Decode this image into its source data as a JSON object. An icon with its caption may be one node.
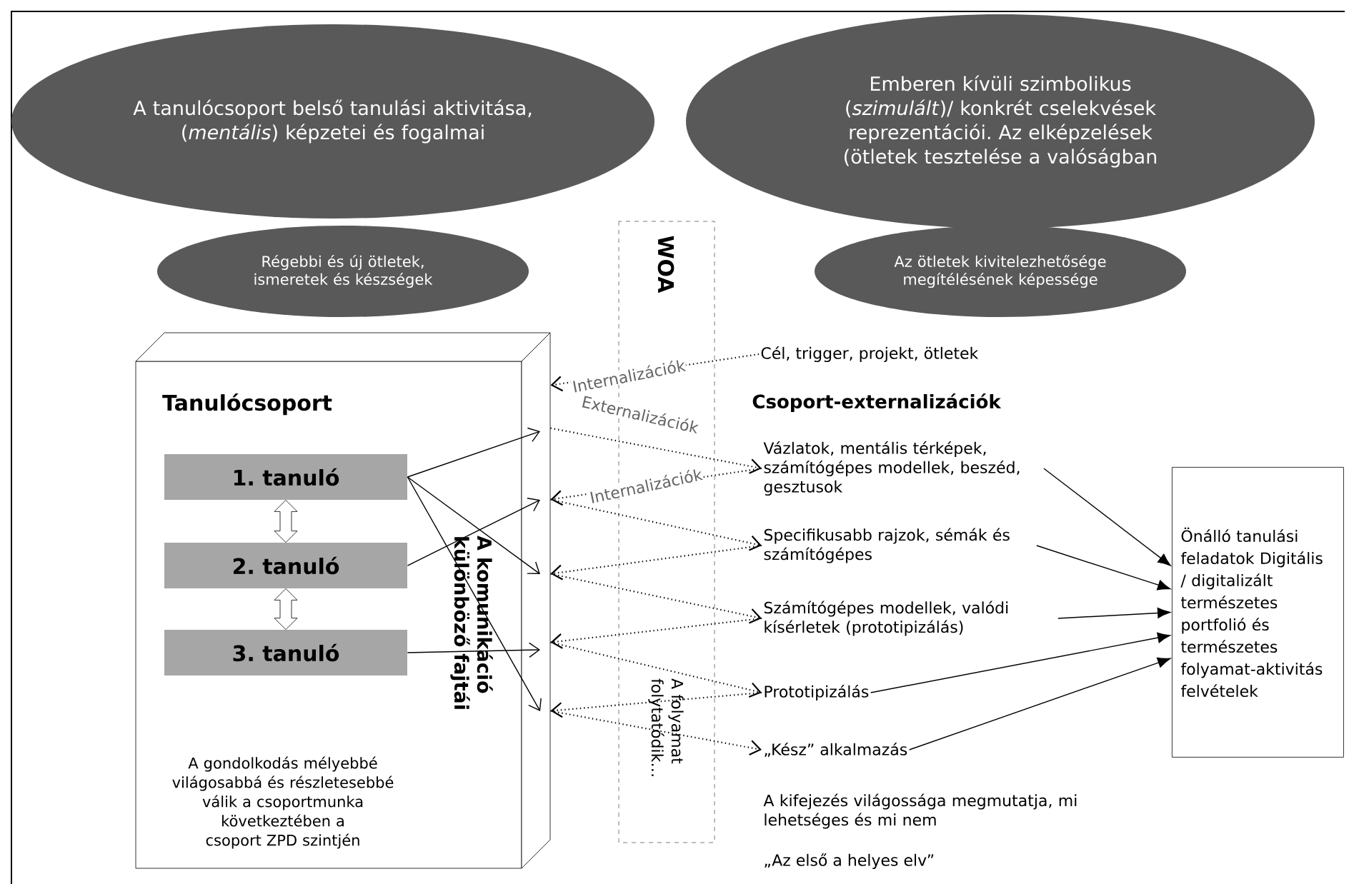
{
  "diagram": {
    "nodes": [
      {
        "text": [
          "A tanulócsoport belső tanulási aktivitása, (*mentális*) képzetei és fogalmai"
        ]
      },
      {
        "text": [
          "Régebbi és új ötletek, ismeretek és készségek"
        ]
      },
      {
        "text": [
          "Emberen kívüli szimbolikus (*szimulált*)/ konkrét cselekvések reprezentációi. Az elképzelések (ötletek tesztelése a valóságban"
        ]
      },
      {
        "text": [
          "Az ötletek kivitelezhetősége megítélésének képessége"
        ]
      },
      {
        "text": [
          "Tanulócsoport",
          "A komunikáció különböző fajtái",
          "A gondolkodás mélyebbé világosabbá és részletesebbé válik a csoportmunka következtében a csoport ZPD szintjén"
        ]
      },
      {
        "text": [
          "1. tanuló"
        ],
        "in": 4
      },
      {
        "text": [
          "2. tanuló"
        ],
        "in": 4
      },
      {
        "text": [
          "3. tanuló"
        ],
        "in": 4
      },
      {
        "text": [
          "Cél, trigger, projekt, ötletek"
        ]
      },
      {
        "text": [
          "Vázlatok, mentális térképek, számítógépes modellek, beszéd, gesztusok"
        ]
      },
      {
        "text": [
          "Specifikusabb rajzok, sémák és számítógépes"
        ]
      },
      {
        "text": [
          "Számítógépes modellek, valódi kísérletek (prototipizálás)"
        ]
      },
      {
        "text": [
          "Prototipizálás"
        ]
      },
      {
        "text": [
          "„Kész” alkalmazás"
        ]
      },
      {
        "text": [
          "Önálló tanulási feladatok Digitális / digitalizált természetes portfolió és természetes folyamat-aktivitás felvételek"
        ]
      }
    ],
    "edges": [
      {
        "from": 8,
        "to": 4,
        "arrow": "to",
        "style": "dashed",
        "label": "Internalizációk"
      },
      {
        "from": 4,
        "to": 9,
        "arrow": "to",
        "style": "dashed",
        "label": "Externalizációk"
      },
      {
        "from": 9,
        "to": 4,
        "arrow": "to",
        "style": "dashed",
        "label": "Internalizációk"
      },
      {
        "from": 4,
        "to": 10,
        "arrow": "to",
        "style": "dashed"
      },
      {
        "from": 10,
        "to": 4,
        "arrow": "to",
        "style": "dashed"
      },
      {
        "from": 4,
        "to": 11,
        "arrow": "to",
        "style": "dashed"
      },
      {
        "from": 11,
        "to": 4,
        "arrow": "to",
        "style": "dashed"
      },
      {
        "from": 4,
        "to": 12,
        "arrow": "to",
        "style": "dashed"
      },
      {
        "from": 12,
        "to": 4,
        "arrow": "to",
        "style": "dashed"
      },
      {
        "from": 4,
        "to": 13,
        "arrow": "to",
        "style": "dashed"
      },
      {
        "from": 5,
        "to": null,
        "arrow": "to"
      },
      {
        "from": 5,
        "to": null,
        "arrow": "to"
      },
      {
        "from": 5,
        "to": null,
        "arrow": "to"
      },
      {
        "from": 6,
        "to": null,
        "arrow": "to"
      },
      {
        "from": 7,
        "to": null,
        "arrow": "to"
      },
      {
        "from": 5,
        "to": 6,
        "arrow": "both"
      },
      {
        "from": 6,
        "to": 7,
        "arrow": "both"
      },
      {
        "from": 9,
        "to": 14,
        "arrow": "to"
      },
      {
        "from": 10,
        "to": 14,
        "arrow": "to"
      },
      {
        "from": 11,
        "to": 14,
        "arrow": "to"
      },
      {
        "from": 12,
        "to": 14,
        "arrow": "to"
      },
      {
        "from": 13,
        "to": 14,
        "arrow": "to"
      }
    ],
    "labels": [
      "WOA",
      "Csoport-externalizációk",
      "A folyamat folytatódik…",
      "A kifejezés világossága megmutatja, mi lehetséges és mi nem",
      "„Az első a helyes elv”"
    ]
  }
}
